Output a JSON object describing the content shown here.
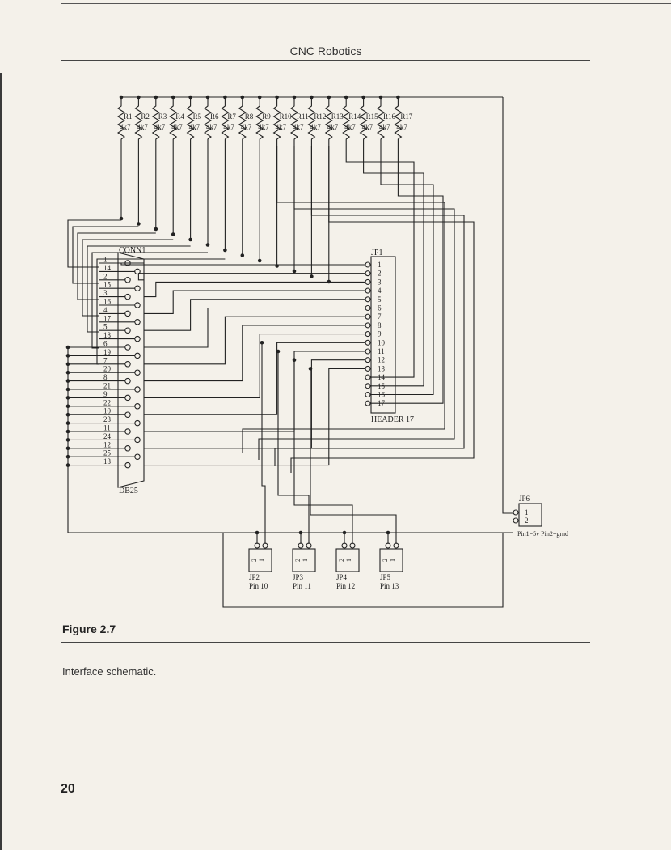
{
  "header": {
    "running_head": "CNC Robotics"
  },
  "schematic": {
    "resistors": [
      {
        "ref": "R1",
        "value": "4k7"
      },
      {
        "ref": "R2",
        "value": "4k7"
      },
      {
        "ref": "R3",
        "value": "4k7"
      },
      {
        "ref": "R4",
        "value": "4k7"
      },
      {
        "ref": "R5",
        "value": "4k7"
      },
      {
        "ref": "R6",
        "value": "4k7"
      },
      {
        "ref": "R7",
        "value": "4k7"
      },
      {
        "ref": "R8",
        "value": "4k7"
      },
      {
        "ref": "R9",
        "value": "4k7"
      },
      {
        "ref": "R10",
        "value": "4k7"
      },
      {
        "ref": "R11",
        "value": "4k7"
      },
      {
        "ref": "R12",
        "value": "4k7"
      },
      {
        "ref": "R13",
        "value": "4k7"
      },
      {
        "ref": "R14",
        "value": "4k7"
      },
      {
        "ref": "R15",
        "value": "4k7"
      },
      {
        "ref": "R16",
        "value": "4k7"
      },
      {
        "ref": "R17",
        "value": "4k7"
      }
    ],
    "db25": {
      "ref": "CONN1",
      "type": "DB25",
      "pin_labels": [
        "1",
        "14",
        "2",
        "15",
        "3",
        "16",
        "4",
        "17",
        "5",
        "18",
        "6",
        "19",
        "7",
        "20",
        "8",
        "21",
        "9",
        "22",
        "10",
        "23",
        "11",
        "24",
        "12",
        "25",
        "13"
      ]
    },
    "jp1": {
      "ref": "JP1",
      "type": "HEADER 17",
      "pins": [
        "1",
        "2",
        "3",
        "4",
        "5",
        "6",
        "7",
        "8",
        "9",
        "10",
        "11",
        "12",
        "13",
        "14",
        "15",
        "16",
        "17"
      ]
    },
    "jp6": {
      "ref": "JP6",
      "pins": [
        "1",
        "2"
      ],
      "note": "Pin1=5v Pin2=grnd"
    },
    "small_headers": [
      {
        "ref": "JP2",
        "label": "Pin 10",
        "pins": [
          "2",
          "1"
        ]
      },
      {
        "ref": "JP3",
        "label": "Pin 11",
        "pins": [
          "2",
          "1"
        ]
      },
      {
        "ref": "JP4",
        "label": "Pin 12",
        "pins": [
          "2",
          "1"
        ]
      },
      {
        "ref": "JP5",
        "label": "Pin 13",
        "pins": [
          "2",
          "1"
        ]
      }
    ]
  },
  "figure": {
    "title": "Figure 2.7",
    "caption": "Interface schematic."
  },
  "footer": {
    "page_number": "20"
  }
}
